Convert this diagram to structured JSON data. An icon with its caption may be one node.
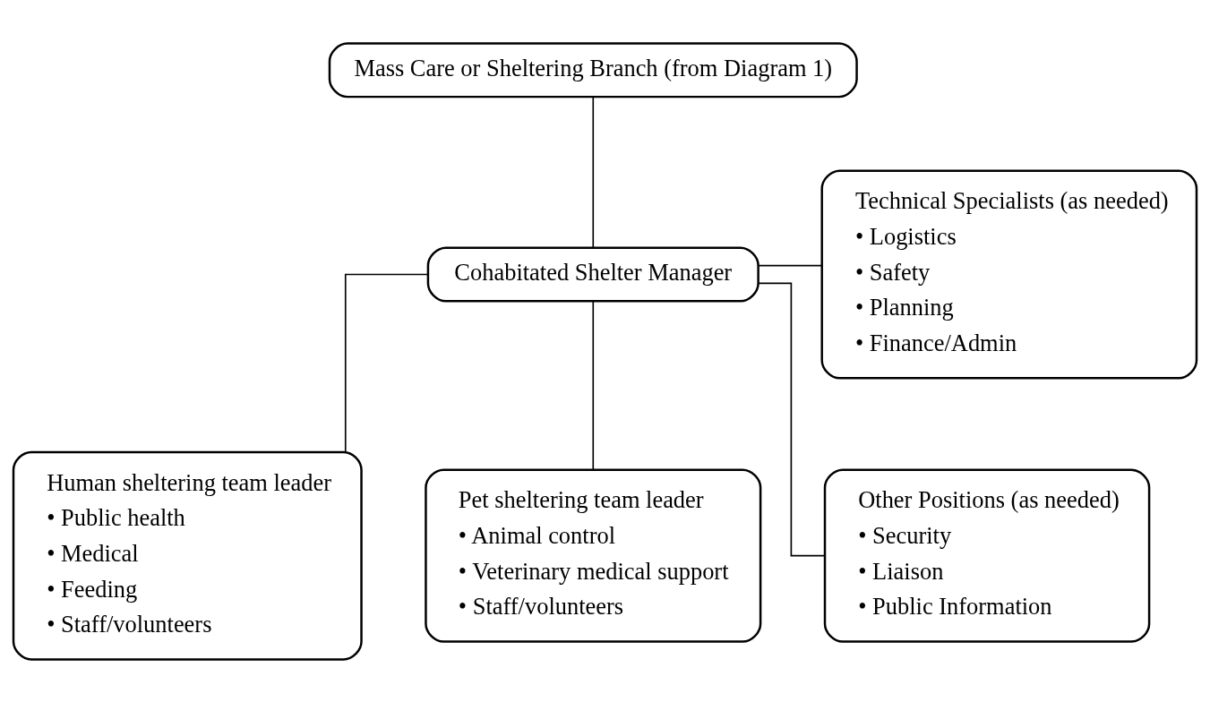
{
  "diagram": {
    "nodes": [
      {
        "text": [
          "Mass Care or Sheltering Branch (from Diagram 1)"
        ]
      },
      {
        "text": [
          "Cohabitated Shelter Manager"
        ]
      },
      {
        "text": [
          "Technical Specialists (as needed)",
          "• Logistics",
          "• Safety",
          "• Planning",
          "• Finance/Admin"
        ]
      },
      {
        "text": [
          "Human sheltering team leader",
          "• Public health",
          "• Medical",
          "• Feeding",
          "• Staff/volunteers"
        ]
      },
      {
        "text": [
          "Pet sheltering team leader",
          "• Animal control",
          "• Veterinary medical support",
          "• Staff/volunteers"
        ]
      },
      {
        "text": [
          "Other Positions (as needed)",
          "• Security",
          "• Liaison",
          "• Public Information"
        ]
      }
    ],
    "edges": [
      {
        "from": 0,
        "to": 1,
        "arrow": "none"
      },
      {
        "from": 1,
        "to": 2,
        "arrow": "none"
      },
      {
        "from": 1,
        "to": 3,
        "arrow": "none"
      },
      {
        "from": 1,
        "to": 4,
        "arrow": "none"
      },
      {
        "from": 1,
        "to": 5,
        "arrow": "none"
      }
    ]
  }
}
